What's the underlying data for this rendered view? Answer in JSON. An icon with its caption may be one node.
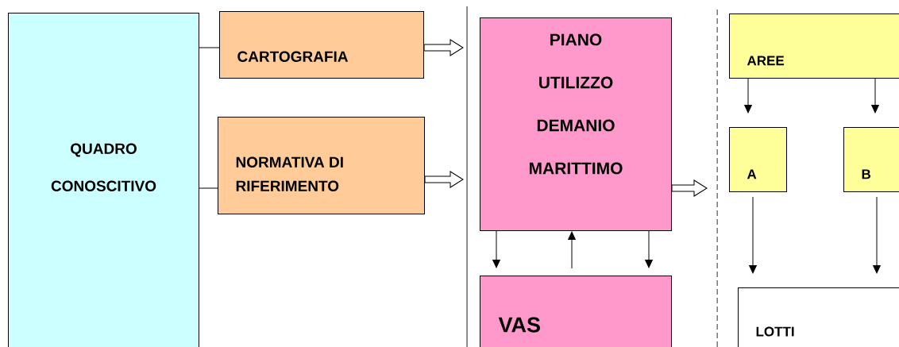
{
  "diagram": {
    "nodes": [
      {
        "text": [
          "QUADRO CONOSCITIVO"
        ]
      },
      {
        "text": [
          "CARTOGRAFIA"
        ]
      },
      {
        "text": [
          "NORMATIVA DI RIFERIMENTO"
        ]
      },
      {
        "text": [
          "PIANO UTILIZZO DEMANIO MARITTIMO"
        ]
      },
      {
        "text": [
          "VAS"
        ]
      },
      {
        "text": [
          "AREE"
        ]
      },
      {
        "text": [
          "A"
        ]
      },
      {
        "text": [
          "B"
        ]
      },
      {
        "text": [
          "LOTTI"
        ]
      }
    ],
    "edges": [
      {
        "from": 0,
        "to": 1,
        "arrow": "none"
      },
      {
        "from": 0,
        "to": 2,
        "arrow": "none"
      },
      {
        "from": 1,
        "to": null,
        "arrow": "to",
        "style": "thick"
      },
      {
        "from": 2,
        "to": null,
        "arrow": "to",
        "style": "thick"
      },
      {
        "from": 3,
        "to": null,
        "arrow": "to",
        "style": "thick"
      },
      {
        "from": 3,
        "to": 4,
        "arrow": "to"
      },
      {
        "from": 4,
        "to": 3,
        "arrow": "to"
      },
      {
        "from": 3,
        "to": 4,
        "arrow": "to"
      },
      {
        "from": 5,
        "to": 6,
        "arrow": "to"
      },
      {
        "from": 5,
        "to": 7,
        "arrow": "to"
      },
      {
        "from": 6,
        "to": 8,
        "arrow": "to"
      },
      {
        "from": 7,
        "to": 8,
        "arrow": "to"
      }
    ]
  }
}
